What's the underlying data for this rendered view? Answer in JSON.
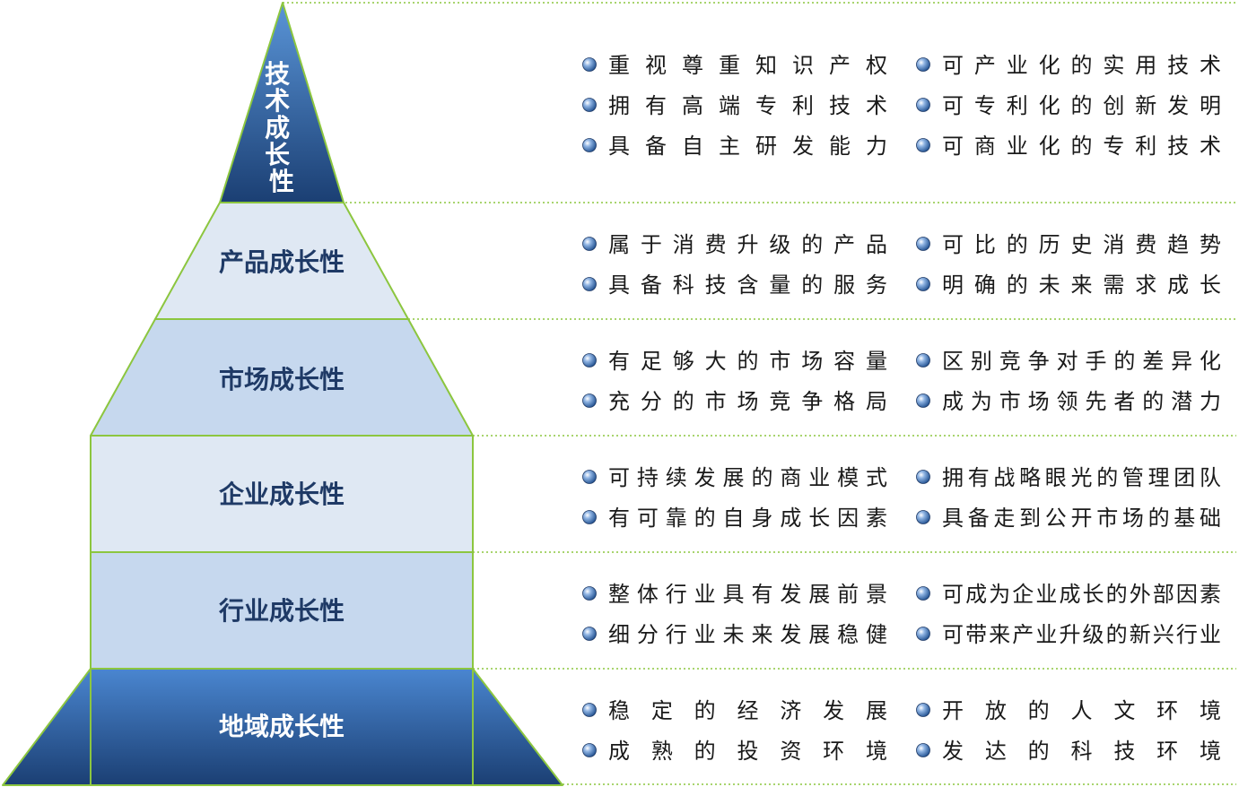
{
  "levels": [
    {
      "label": "技术成长性",
      "items_left": [
        "重视尊重知识产权",
        "拥有高端专利技术",
        "具备自主研发能力"
      ],
      "items_right": [
        "可产业化的实用技术",
        "可专利化的创新发明",
        "可商业化的专利技术"
      ]
    },
    {
      "label": "产品成长性",
      "items_left": [
        "属于消费升级的产品",
        "具备科技含量的服务"
      ],
      "items_right": [
        "可比的历史消费趋势",
        "明确的未来需求成长"
      ]
    },
    {
      "label": "市场成长性",
      "items_left": [
        "有足够大的市场容量",
        "充分的市场竞争格局"
      ],
      "items_right": [
        "区别竞争对手的差异化",
        "成为市场领先者的潜力"
      ]
    },
    {
      "label": "企业成长性",
      "items_left": [
        "可持续发展的商业模式",
        "有可靠的自身成长因素"
      ],
      "items_right": [
        "拥有战略眼光的管理团队",
        "具备走到公开市场的基础"
      ]
    },
    {
      "label": "行业成长性",
      "items_left": [
        "整体行业具有发展前景",
        "细分行业未来发展稳健"
      ],
      "items_right": [
        "可成为企业成长的外部因素",
        "可带来产业升级的新兴行业"
      ]
    },
    {
      "label": "地域成长性",
      "items_left": [
        "稳定的经济发展",
        "成熟的投资环境"
      ],
      "items_right": [
        "开放的人文环境",
        "发达的科技环境"
      ]
    }
  ],
  "colors": {
    "outline": "#8cc63f",
    "label_dark": "#1f3a66",
    "blue_top": "#4a86d0",
    "blue_bottom": "#1b3f73",
    "band_light": "#dbe6f3",
    "band_mid": "#c6d8ee",
    "bullet": "#2a5a9c"
  }
}
